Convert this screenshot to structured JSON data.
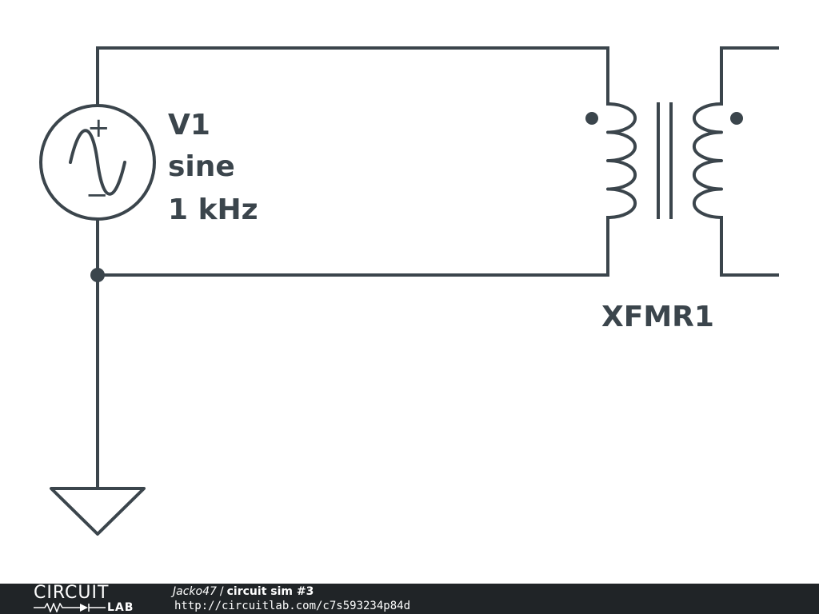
{
  "schematic": {
    "source": {
      "name": "V1",
      "type": "sine",
      "frequency": "1 kHz",
      "plus_sign": "+",
      "minus_sign": "−"
    },
    "transformer": {
      "name": "XFMR1"
    },
    "ground": {
      "icon": "ground-icon"
    },
    "colors": {
      "wire": "#3b454c",
      "background": "#ffffff",
      "footer": "#202427"
    }
  },
  "footer": {
    "logo_top": "CIRCUIT",
    "logo_bottom": "LAB",
    "author": "Jacko47",
    "separator": "/",
    "circuit_name": "circuit sim #3",
    "url": "http://circuitlab.com/c7s593234p84d"
  }
}
